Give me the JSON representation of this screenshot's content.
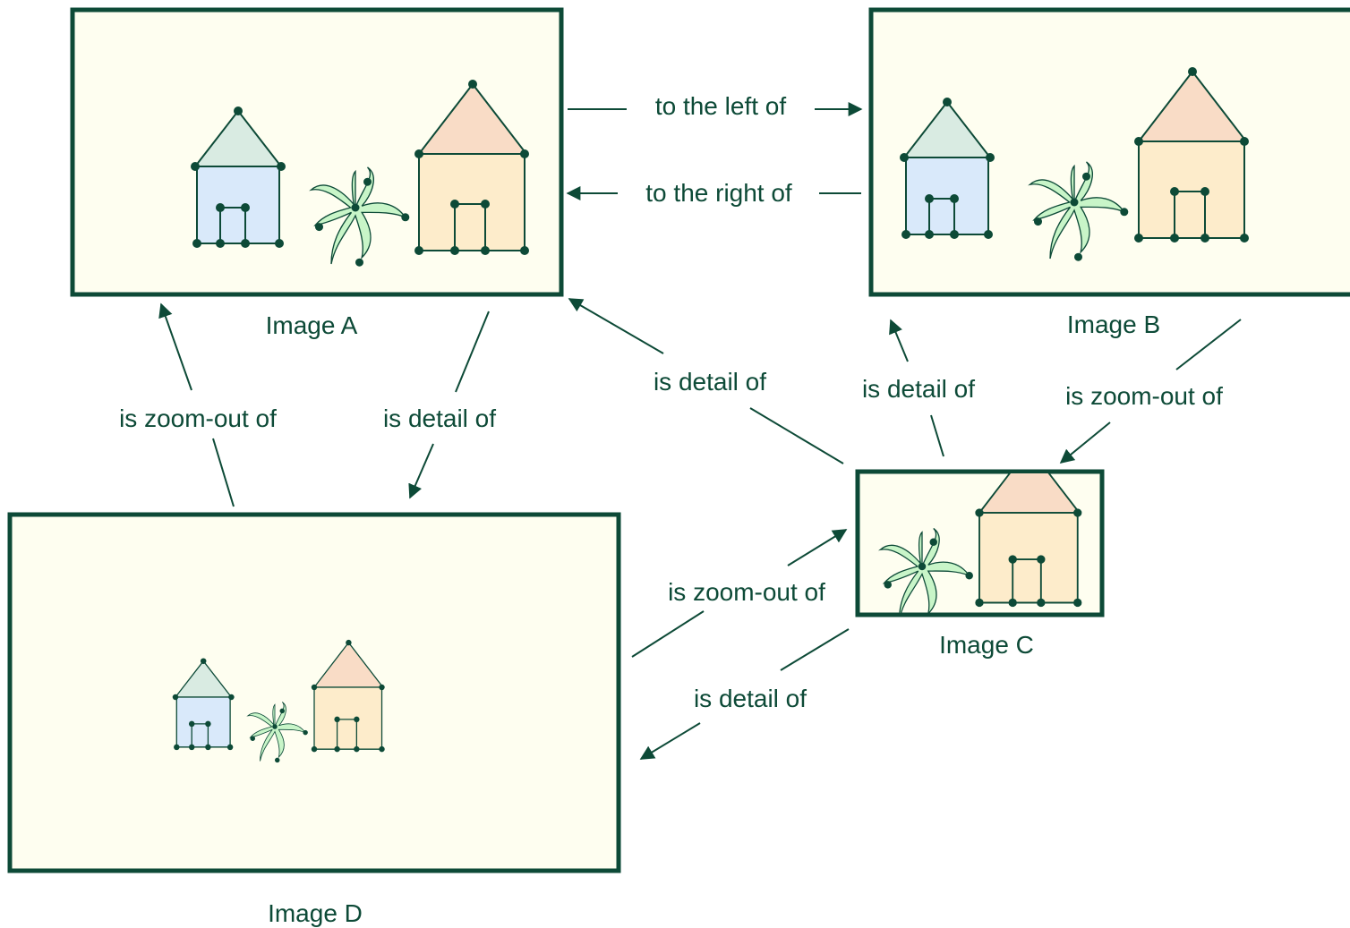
{
  "colors": {
    "frame_stroke": "#0d4a37",
    "frame_fill": "#fefef0",
    "small_roof": "#d9ebe2",
    "small_body": "#d9e9fa",
    "big_roof": "#f9dcc6",
    "big_body": "#fdeccb",
    "plant": "#c8f5c8",
    "node": "#0d4a37"
  },
  "icons": {
    "house_small": "house-small-icon",
    "house_big": "house-big-icon",
    "plant": "plant-icon"
  },
  "images": {
    "a": {
      "title": "Image A"
    },
    "b": {
      "title": "Image B"
    },
    "c": {
      "title": "Image C"
    },
    "d": {
      "title": "Image D"
    }
  },
  "relations": {
    "a_to_b": "to the left of",
    "b_to_a": "to the right of",
    "d_to_a": "is zoom-out of",
    "a_to_d": "is detail of",
    "c_to_a": "is detail of",
    "c_to_b": "is detail of",
    "b_to_c": "is zoom-out of",
    "d_to_c": "is zoom-out of",
    "c_to_d": "is detail of"
  }
}
